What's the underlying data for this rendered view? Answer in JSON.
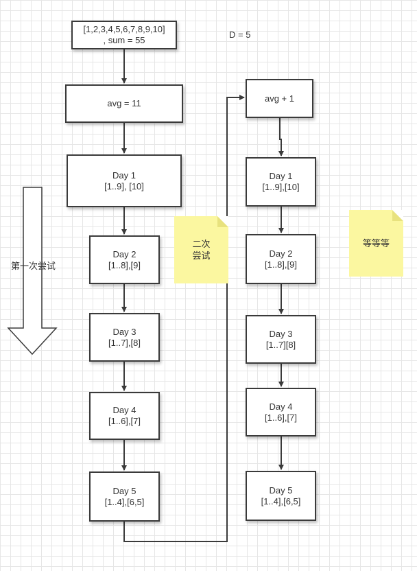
{
  "header": {
    "input": {
      "line1": "[1,2,3,4,5,6,7,8,9,10]",
      "line2": ", sum = 55"
    },
    "d_label": "D = 5"
  },
  "attempt1": {
    "avg": "avg = 11",
    "days": [
      {
        "day": "Day 1",
        "split": "[1..9], [10]"
      },
      {
        "day": "Day 2",
        "split": "[1..8],[9]"
      },
      {
        "day": "Day 3",
        "split": "[1..7],[8]"
      },
      {
        "day": "Day 4",
        "split": "[1..6],[7]"
      },
      {
        "day": "Day 5",
        "split": "[1..4],[6,5]"
      }
    ]
  },
  "attempt2": {
    "avg": "avg + 1",
    "days": [
      {
        "day": "Day 1",
        "split": "[1..9],[10]"
      },
      {
        "day": "Day 2",
        "split": "[1..8],[9]"
      },
      {
        "day": "Day 3",
        "split": "[1..7][8]"
      },
      {
        "day": "Day 4",
        "split": "[1..6],[7]"
      },
      {
        "day": "Day 5",
        "split": "[1..4],[6,5]"
      }
    ]
  },
  "labels": {
    "first_try": "第一次尝试",
    "second_try_note": {
      "line1": "二次",
      "line2": "尝试"
    },
    "etc_note": "等等等"
  },
  "colors": {
    "note_fill": "#fbf7a0",
    "box_border": "#3a3a3a",
    "connector": "#3a3a3a"
  }
}
